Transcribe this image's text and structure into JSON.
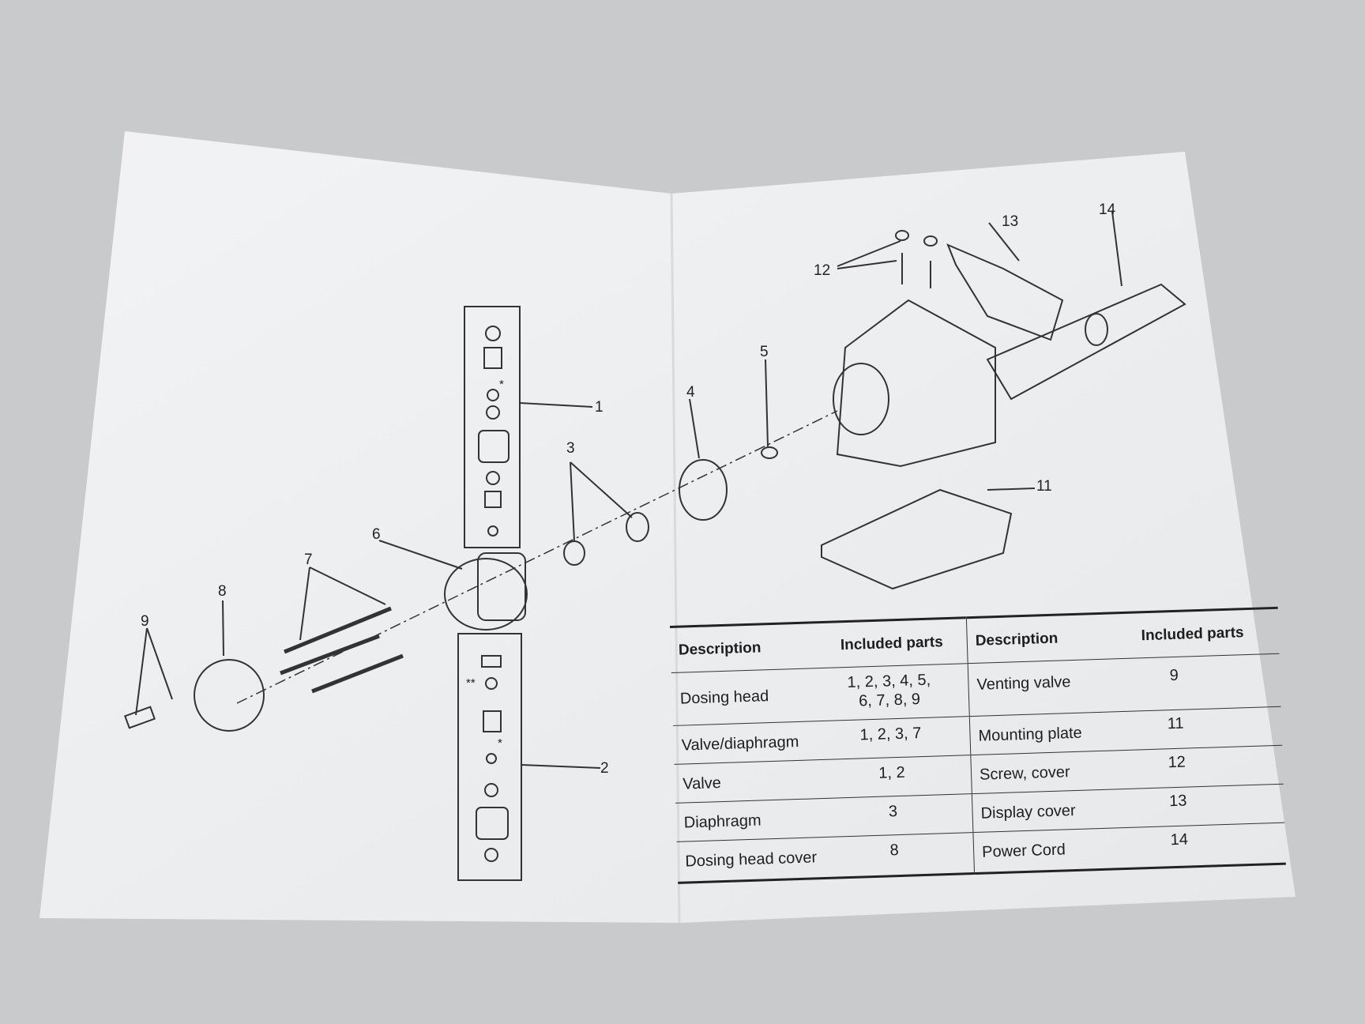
{
  "diagram": {
    "callouts": [
      "1",
      "2",
      "3",
      "4",
      "5",
      "6",
      "7",
      "8",
      "9",
      "11",
      "12",
      "13",
      "14"
    ],
    "markers": [
      "*",
      "**",
      "*"
    ]
  },
  "table": {
    "headers": {
      "description": "Description",
      "included_parts": "Included parts"
    },
    "left": [
      {
        "description": "Dosing head",
        "parts": "1, 2, 3, 4, 5,",
        "parts2": "6, 7, 8, 9"
      },
      {
        "description": "Valve/diaphragm",
        "parts": "1, 2, 3, 7"
      },
      {
        "description": "Valve",
        "parts": "1, 2"
      },
      {
        "description": "Diaphragm",
        "parts": "3"
      },
      {
        "description": "Dosing head cover",
        "parts": "8"
      }
    ],
    "right": [
      {
        "description": "Venting valve",
        "parts": "9"
      },
      {
        "description": "Mounting plate",
        "parts": "11"
      },
      {
        "description": "Screw, cover",
        "parts": "12"
      },
      {
        "description": "Display cover",
        "parts": "13"
      },
      {
        "description": "Power Cord",
        "parts": "14"
      }
    ]
  }
}
